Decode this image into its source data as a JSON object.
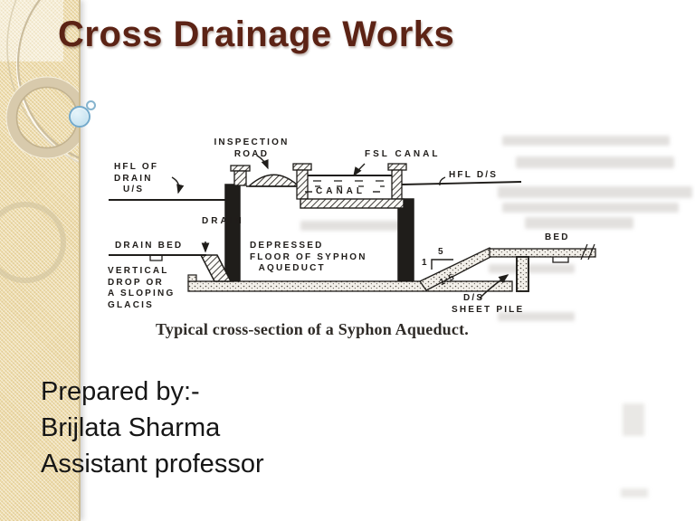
{
  "slide": {
    "title": "Cross Drainage Works",
    "footer_lines": [
      "Prepared by:-",
      "Brijlata Sharma",
      "Assistant professor"
    ]
  },
  "diagram": {
    "caption": "Typical cross-section of a Syphon Aqueduct.",
    "labels": {
      "inspection_road": "INSPECTION\nROAD",
      "hfl_drain_us": "HFL OF\nDRAIN\n  U/S",
      "fsl_canal": "FSL CANAL",
      "hfl_ds": "HFL D/S",
      "canal": "CANAL",
      "drain": "DRAIN",
      "drain_bed": "DRAIN BED",
      "depressed_floor": "DEPRESSED\nFLOOR OF SYPHON\n  AQUEDUCT",
      "vertical_drop": "VERTICAL\nDROP OR\nA SLOPING\nGLACIS",
      "bed": "BED",
      "slope_ratio_top": "5",
      "slope_ratio_side": "1",
      "slope_ratio": "1:5",
      "ds": "D/S",
      "sheet_pile": "SHEET PILE"
    }
  },
  "colors": {
    "title": "#5c2315",
    "strip_base": "#eedcab",
    "strip_square": "#f6eed6",
    "accent_dot": "#74aacb",
    "ink": "#1f1d1a"
  }
}
